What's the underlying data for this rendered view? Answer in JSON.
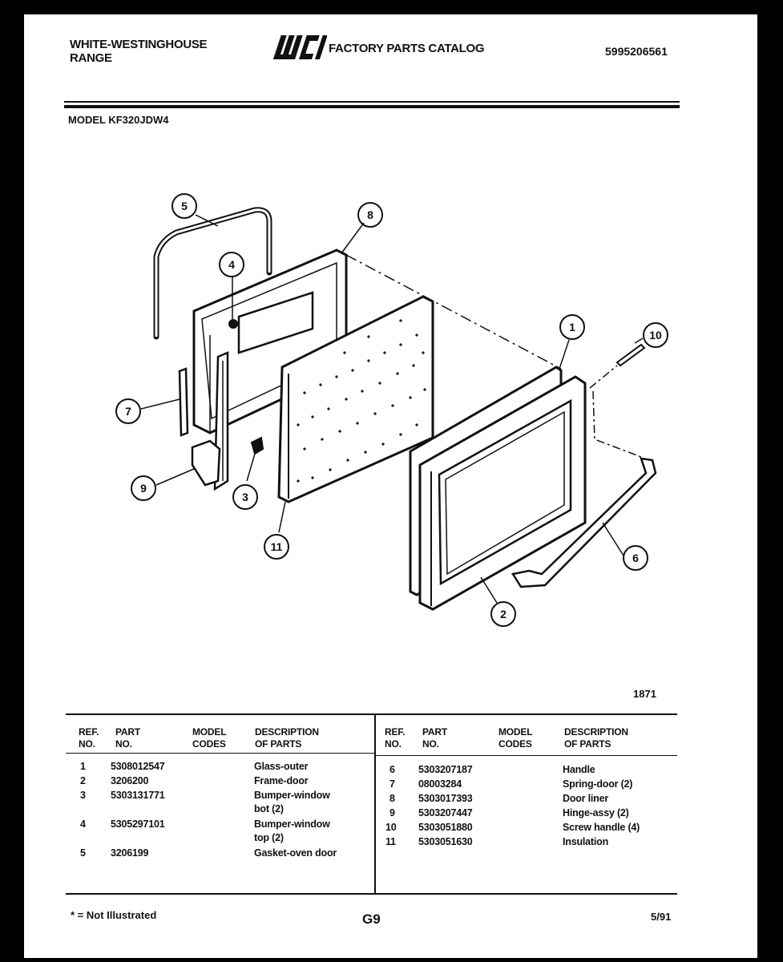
{
  "header": {
    "brand_line1": "WHITE-WESTINGHOUSE",
    "brand_line2": "RANGE",
    "logo_text": "WCI",
    "catalog_title": "FACTORY PARTS CATALOG",
    "catalog_number": "5995206561"
  },
  "model_label": "MODEL KF320JDW4",
  "diagram": {
    "callouts": [
      "5",
      "8",
      "4",
      "1",
      "10",
      "7",
      "9",
      "3",
      "11",
      "6",
      "2"
    ],
    "figure_number": "1871"
  },
  "parts_table": {
    "headers": {
      "ref_l1": "REF.",
      "ref_l2": "NO.",
      "part_l1": "PART",
      "part_l2": "NO.",
      "codes_l1": "MODEL",
      "codes_l2": "CODES",
      "desc_l1": "DESCRIPTION",
      "desc_l2": "OF PARTS"
    },
    "left_rows": [
      {
        "ref": "1",
        "part": "5308012547",
        "desc": "Glass-outer"
      },
      {
        "ref": "2",
        "part": "3206200",
        "desc": "Frame-door"
      },
      {
        "ref": "3",
        "part": "5303131771",
        "desc": "Bumper-window",
        "desc2": "bot (2)"
      },
      {
        "ref": "4",
        "part": "5305297101",
        "desc": "Bumper-window",
        "desc2": "top (2)"
      },
      {
        "ref": "5",
        "part": "3206199",
        "desc": "Gasket-oven door"
      }
    ],
    "right_rows": [
      {
        "ref": "6",
        "part": "5303207187",
        "desc": "Handle"
      },
      {
        "ref": "7",
        "part": "08003284",
        "desc": "Spring-door (2)"
      },
      {
        "ref": "8",
        "part": "5303017393",
        "desc": "Door liner"
      },
      {
        "ref": "9",
        "part": "5303207447",
        "desc": "Hinge-assy (2)"
      },
      {
        "ref": "10",
        "part": "5303051880",
        "desc": "Screw handle (4)"
      },
      {
        "ref": "11",
        "part": "5303051630",
        "desc": "Insulation"
      }
    ]
  },
  "footer": {
    "note": "* = Not Illustrated",
    "page": "G9",
    "date": "5/91"
  }
}
